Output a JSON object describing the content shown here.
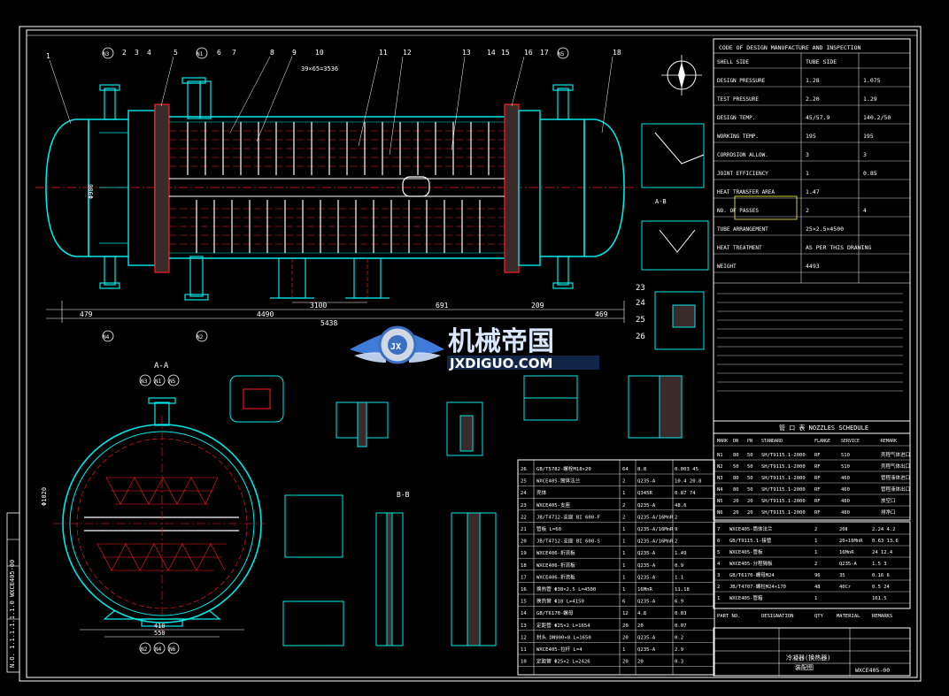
{
  "drawing": {
    "balloons": [
      "1",
      "2",
      "3",
      "4",
      "5",
      "6",
      "7",
      "8",
      "9",
      "10",
      "11",
      "12",
      "13",
      "14",
      "15",
      "16",
      "17",
      "18"
    ],
    "nozzle_tags": [
      "N3",
      "N1",
      "N5",
      "N4",
      "N2"
    ],
    "dims": {
      "shell_len": "4490",
      "overall": "5438",
      "left_pitch": "479",
      "right_pitch": "469",
      "spacing": "3100",
      "dia": "Φ900",
      "dim_209": "209",
      "dim_691": "691",
      "pitch_label": "39×65=3536",
      "front_dia": "Φ1020",
      "front_550": "550",
      "front_410": "410"
    },
    "views": {
      "aa": "A-A",
      "bb": "B-B",
      "ab": "A-B",
      "aa_tags": [
        "N3",
        "N1",
        "N5"
      ],
      "aa_tags_bottom": [
        "N2",
        "N4",
        "N6"
      ]
    },
    "legend": [
      "23",
      "24",
      "25",
      "26"
    ]
  },
  "watermark": {
    "cn": "机械帝国",
    "en": "JXDIGUO.COM"
  },
  "tech": {
    "title": "CODE OF DESIGN MANUFACTURE AND INSPECTION",
    "rows": [
      {
        "label": "SHELL SIDE",
        "a": "TUBE SIDE",
        "b": ""
      },
      {
        "label": "DESIGN PRESSURE",
        "a": "1.28",
        "b": "1.075"
      },
      {
        "label": "TEST PRESSURE",
        "a": "2.20",
        "b": "1.29"
      },
      {
        "label": "DESIGN TEMP.",
        "a": "45/57.9",
        "b": "140.2/50"
      },
      {
        "label": "WORKING TEMP.",
        "a": "195",
        "b": "195"
      },
      {
        "label": "CORROSION ALLOW.",
        "a": "3",
        "b": "3"
      },
      {
        "label": "JOINT EFFICIENCY",
        "a": "1",
        "b": "0.85"
      },
      {
        "label": "HEAT TRANSFER AREA",
        "a": "1.47",
        "b": ""
      },
      {
        "label": "NO. OF PASSES",
        "a": "2",
        "b": "4"
      },
      {
        "label": "TUBE ARRANGEMENT",
        "a": "25×2.5×4500",
        "b": ""
      },
      {
        "label": "HEAT TREATMENT",
        "a": "AS PER THIS DRAWING",
        "b": ""
      },
      {
        "label": "WEIGHT",
        "a": "4493",
        "b": ""
      }
    ]
  },
  "nozzles": {
    "title": "管 口 表 NOZZLES SCHEDULE",
    "headers": [
      "MARK",
      "DN",
      "PN",
      "STANDARD",
      "FLANGE",
      "SERVICE",
      "REMARK"
    ],
    "rows": [
      [
        "N1",
        "80",
        "50",
        "SH/T9115.1-2000",
        "RF",
        "510",
        "壳程气体进口"
      ],
      [
        "N2",
        "50",
        "50",
        "SH/T9115.1-2000",
        "RF",
        "510",
        "壳程气体出口"
      ],
      [
        "N3",
        "80",
        "50",
        "SH/T9115.1-2000",
        "RF",
        "460",
        "管程液体进口"
      ],
      [
        "N4",
        "80",
        "50",
        "SH/T9115.1-2000",
        "RF",
        "460",
        "管程液体出口"
      ],
      [
        "N5",
        "20",
        "20",
        "SH/T9115.1-2000",
        "RF",
        "480",
        "放空口"
      ],
      [
        "N6",
        "20",
        "20",
        "SH/T9115.1-2000",
        "RF",
        "480",
        "排净口"
      ]
    ]
  },
  "parts": {
    "headers": [
      "PART NO.",
      "DESIGNATION",
      "QTY",
      "MATERIAL",
      "REMARKS"
    ],
    "rows": [
      [
        "26",
        "GB/T5782-螺栓M18×20",
        "64",
        "8.8",
        "0.003 45"
      ],
      [
        "25",
        "WXCE405-筒体法兰",
        "2",
        "Q235-A",
        "10.4 20.8"
      ],
      [
        "24",
        "壳体",
        "1",
        "Q345R",
        "0.87 74"
      ],
      [
        "23",
        "WXCE405-支座",
        "2",
        "Q235-A",
        "48.6"
      ],
      [
        "22",
        "JB/T4712-支座 BI 600-F",
        "2",
        "Q235-A/16MnR",
        "2"
      ],
      [
        "21",
        "管板 L=60",
        "1",
        "Q235-A/16MnR",
        "9"
      ],
      [
        "20",
        "JB/T4712-支座 BI 600-S",
        "1",
        "Q235-A/16MnR",
        "2"
      ],
      [
        "19",
        "WXCE406-折流板",
        "1",
        "Q235-A",
        "1.49"
      ],
      [
        "18",
        "WXCE406-折流板",
        "1",
        "Q235-A",
        "0.9"
      ],
      [
        "17",
        "WXCE406-折流板",
        "1",
        "Q235-A",
        "1.1"
      ],
      [
        "16",
        "换热管 Φ38×2.5 L=4500",
        "1",
        "16MnR",
        "11.18"
      ],
      [
        "15",
        "换热管 Φ18 L=4150",
        "6",
        "Q235-A",
        "6.9"
      ],
      [
        "14",
        "GB/T6170-螺母",
        "12",
        "4.8",
        "0.03"
      ],
      [
        "13",
        "定距管 Φ25×2 L=1654",
        "20",
        "20",
        "0.07"
      ],
      [
        "12",
        "封头 DN900×8 L=1650",
        "20",
        "Q235-A",
        "0.2"
      ],
      [
        "11",
        "WXCE405-拉杆 L=4",
        "1",
        "Q235-A",
        "2.9"
      ],
      [
        "10",
        "定距管 Φ25×2 L=2426",
        "20",
        "20",
        "0.3"
      ]
    ]
  },
  "subparts": {
    "rows": [
      [
        "7",
        "WXCE405-筒体法兰",
        "2",
        "20Ⅱ",
        "2.24 4.2"
      ],
      [
        "6",
        "GB/T9115.1-接管",
        "1",
        "20+16MnR",
        "0.63 13.6"
      ],
      [
        "5",
        "WXCE405-管板",
        "1",
        "16MnR",
        "24 12.4"
      ],
      [
        "4",
        "WXCE405-分程隔板",
        "2",
        "Q235-A",
        "1.5 3"
      ],
      [
        "3",
        "GB/T6170-螺母M24",
        "96",
        "35",
        "0.16 6"
      ],
      [
        "2",
        "JB/T4707-螺柱M24×170",
        "48",
        "40Cr",
        "0.5 24"
      ],
      [
        "1",
        "WXCE405-管箱",
        "1",
        "",
        "161.5"
      ]
    ]
  },
  "title_block": {
    "main": "冷凝器(换热器)",
    "sub": "装配图",
    "dwg": "WXCE405-00"
  },
  "strip": {
    "text": "N.O. 1.1.1.1.1.1.0  WXCE405-00"
  },
  "colors": {
    "bg": "#000000",
    "cyan": "#00e8e8",
    "white": "#ffffff",
    "yellow": "#ffff33",
    "red": "#ff2020",
    "green": "#33ff33",
    "magenta": "#ff44ff",
    "blue": "#4a90ff",
    "grey": "#9aa0a6"
  }
}
